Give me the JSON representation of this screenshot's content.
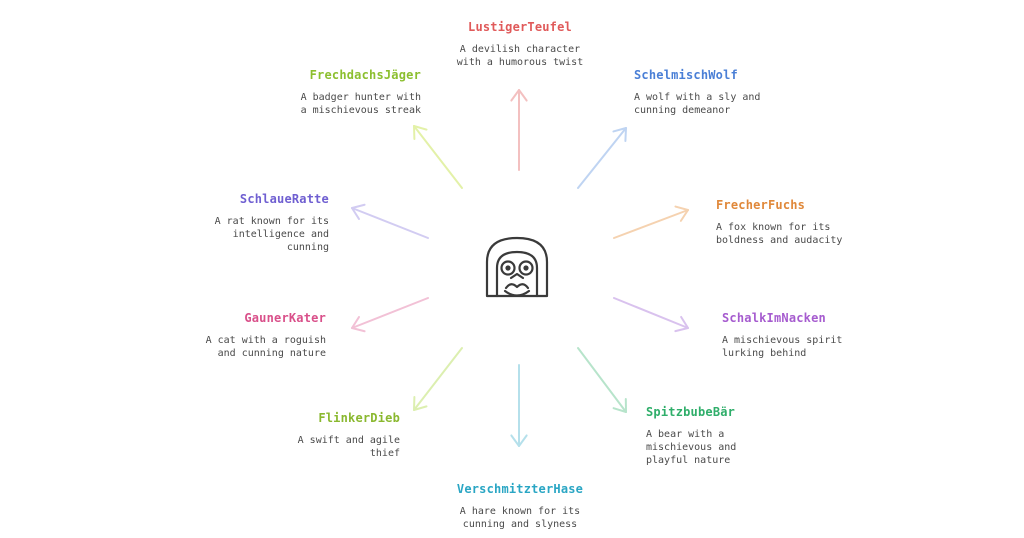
{
  "center": {
    "icon": "mischievous-face-icon"
  },
  "nodes": [
    {
      "id": "lustiger",
      "title": "LustigerTeufel",
      "desc": "A devilish character\nwith a humorous twist",
      "color": "#e05a5a",
      "arrow": "#f3c0c0"
    },
    {
      "id": "schelmisch",
      "title": "SchelmischWolf",
      "desc": "A wolf with a sly and\ncunning demeanor",
      "color": "#4a7fd6",
      "arrow": "#bfd4f2"
    },
    {
      "id": "frecher",
      "title": "FrecherFuchs",
      "desc": "A fox known for its\nboldness and audacity",
      "color": "#e0883a",
      "arrow": "#f5d2b0"
    },
    {
      "id": "schalk",
      "title": "SchalkImNacken",
      "desc": "A mischievous spirit\nlurking behind",
      "color": "#a65ccf",
      "arrow": "#d9c2ee"
    },
    {
      "id": "spitzbube",
      "title": "SpitzbubeBär",
      "desc": "A bear with a\nmischievous and\nplayful nature",
      "color": "#2fae6a",
      "arrow": "#b7e4cb"
    },
    {
      "id": "verschm",
      "title": "VerschmitzterHase",
      "desc": "A hare known for its\ncunning and slyness",
      "color": "#2aa6c4",
      "arrow": "#b5e0eb"
    },
    {
      "id": "flinker",
      "title": "FlinkerDieb",
      "desc": "A swift and agile\nthief",
      "color": "#8ab82f",
      "arrow": "#dcefb0"
    },
    {
      "id": "gauner",
      "title": "GaunerKater",
      "desc": "A cat with a roguish\nand cunning nature",
      "color": "#d9508a",
      "arrow": "#f2c1d6"
    },
    {
      "id": "schlaue",
      "title": "SchlaueRatte",
      "desc": "A rat known for its\nintelligence and\ncunning",
      "color": "#6f5fd1",
      "arrow": "#d2ccf2"
    },
    {
      "id": "frechdachs",
      "title": "FrechdachsJäger",
      "desc": "A badger hunter with\na mischievous streak",
      "color": "#8cbf2f",
      "arrow": "#e3f1a8"
    }
  ]
}
